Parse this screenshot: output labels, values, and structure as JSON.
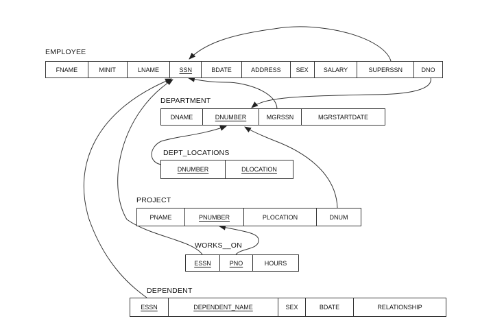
{
  "relations": [
    {
      "name": "EMPLOYEE",
      "attributes": [
        {
          "label": "FNAME",
          "key": false
        },
        {
          "label": "MINIT",
          "key": false
        },
        {
          "label": "LNAME",
          "key": false
        },
        {
          "label": "SSN",
          "key": true
        },
        {
          "label": "BDATE",
          "key": false
        },
        {
          "label": "ADDRESS",
          "key": false
        },
        {
          "label": "SEX",
          "key": false
        },
        {
          "label": "SALARY",
          "key": false
        },
        {
          "label": "SUPERSSN",
          "key": false
        },
        {
          "label": "DNO",
          "key": false
        }
      ]
    },
    {
      "name": "DEPARTMENT",
      "attributes": [
        {
          "label": "DNAME",
          "key": false
        },
        {
          "label": "DNUMBER",
          "key": true
        },
        {
          "label": "MGRSSN",
          "key": false
        },
        {
          "label": "MGRSTARTDATE",
          "key": false
        }
      ]
    },
    {
      "name": "DEPT_LOCATIONS",
      "attributes": [
        {
          "label": "DNUMBER",
          "key": true
        },
        {
          "label": "DLOCATION",
          "key": true
        }
      ]
    },
    {
      "name": "PROJECT",
      "attributes": [
        {
          "label": "PNAME",
          "key": false
        },
        {
          "label": "PNUMBER",
          "key": true
        },
        {
          "label": "PLOCATION",
          "key": false
        },
        {
          "label": "DNUM",
          "key": false
        }
      ]
    },
    {
      "name": "WORKS__ON",
      "attributes": [
        {
          "label": "ESSN",
          "key": true
        },
        {
          "label": "PNO",
          "key": true
        },
        {
          "label": "HOURS",
          "key": false
        }
      ]
    },
    {
      "name": "DEPENDENT",
      "attributes": [
        {
          "label": "ESSN",
          "key": true
        },
        {
          "label": "DEPENDENT_NAME",
          "key": true
        },
        {
          "label": "SEX",
          "key": false
        },
        {
          "label": "BDATE",
          "key": false
        },
        {
          "label": "RELATIONSHIP",
          "key": false
        }
      ]
    }
  ]
}
